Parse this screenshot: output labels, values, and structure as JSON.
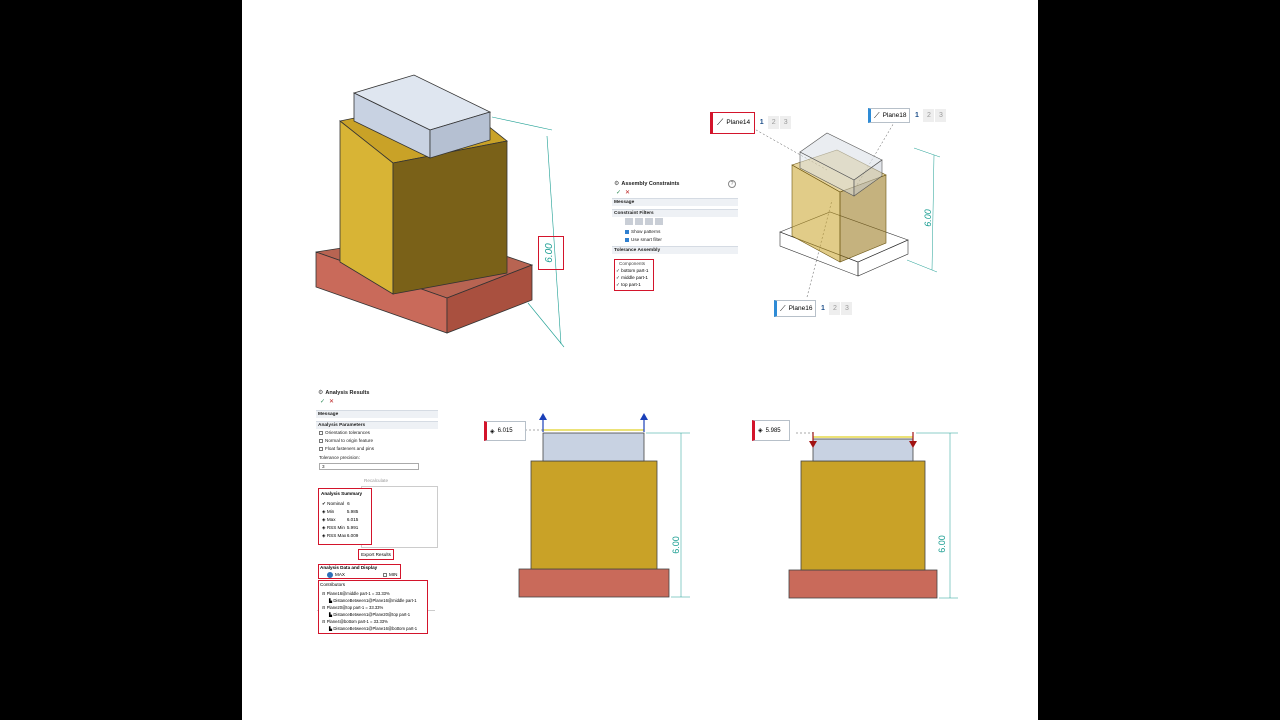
{
  "top_left": {
    "dimension": "6.00"
  },
  "assembly_constraints": {
    "title": "Assembly Constraints",
    "help_icon": "help-icon",
    "message_label": "Message",
    "constraint_filters_label": "Constraint Filters",
    "show_patterns": "Show patterns",
    "use_smart_filter": "Use smart filter",
    "tolerance_assembly_label": "Tolerance Assembly",
    "components_header": "Components",
    "components": [
      "bottom part-1",
      "middle part-1",
      "top part-1"
    ]
  },
  "iso_view": {
    "plane14": "Plane14",
    "plane18": "Plane18",
    "plane16": "Plane16",
    "nums": [
      "1",
      "2",
      "3"
    ],
    "dimension": "6.00"
  },
  "analysis_results": {
    "title": "Analysis Results",
    "message_label": "Message",
    "analysis_parameters_label": "Analysis Parameters",
    "params": [
      "Orientation tolerances",
      "Normal to origin feature",
      "Float fasteners and pins"
    ],
    "tolerance_precision_label": "Tolerance precision:",
    "tolerance_precision_value": "3",
    "recalculate": "Recalculate",
    "summary_label": "Analysis Summary",
    "summary": [
      {
        "label": "Nominal",
        "value": "6"
      },
      {
        "label": "Min",
        "value": "5.985"
      },
      {
        "label": "Max",
        "value": "6.015"
      },
      {
        "label": "RSS Min",
        "value": "5.991"
      },
      {
        "label": "RSS Max",
        "value": "6.009"
      }
    ],
    "export_results": "Export Results",
    "data_display_label": "Analysis Data and Display",
    "max_label": "MAX",
    "min_label": "MIN",
    "contributors_label": "Contributors",
    "contributors": [
      "Plane16@middle part-1 = 33.33%",
      "DistanceBetween1@Plane16@middle part-1",
      "Plane20@top part-1 = 33.33%",
      "DistanceBetween1@Plane20@top part-1",
      "Plane4@bottom part-1 = 33.33%",
      "DistanceBetween1@Plane16@bottom part-1"
    ]
  },
  "front_max": {
    "value": "6.015",
    "dimension": "6.00"
  },
  "front_min": {
    "value": "5.985",
    "dimension": "6.00"
  },
  "colors": {
    "gold": "#c9a227",
    "red_base": "#c96a5a",
    "top_block": "#c8d2e2",
    "accent_red": "#d3142b",
    "dim": "#1b9e92"
  }
}
